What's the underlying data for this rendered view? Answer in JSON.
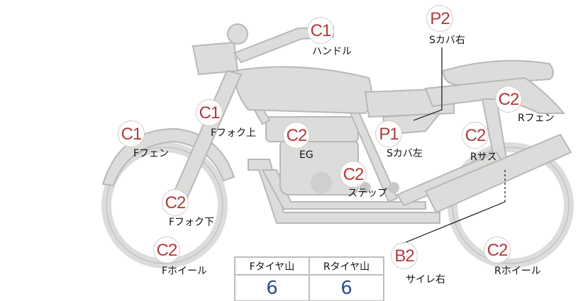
{
  "parts": [
    {
      "grade": "C1",
      "label": "ハンドル"
    },
    {
      "grade": "P2",
      "label": "Sカバ右"
    },
    {
      "grade": "C2",
      "label": "Rフェン"
    },
    {
      "grade": "C1",
      "label": "Fフォク上"
    },
    {
      "grade": "C1",
      "label": "Fフェン"
    },
    {
      "grade": "C2",
      "label": "EG"
    },
    {
      "grade": "P1",
      "label": "Sカバ左"
    },
    {
      "grade": "C2",
      "label": "Rサス"
    },
    {
      "grade": "C2",
      "label": "ステップ"
    },
    {
      "grade": "C2",
      "label": "Fフォク下"
    },
    {
      "grade": "C2",
      "label": "Fホイール"
    },
    {
      "grade": "B2",
      "label": "サイレ右"
    },
    {
      "grade": "C2",
      "label": "Rホイール"
    }
  ],
  "tires": {
    "front_label": "Fタイヤ山",
    "rear_label": "Rタイヤ山",
    "front_value": "6",
    "rear_value": "6"
  },
  "colors": {
    "badge_text": "#b2393b",
    "value_text": "#2d4e8f",
    "bike_fill": "#dcdcda",
    "bike_stroke": "#b8b8b6"
  }
}
